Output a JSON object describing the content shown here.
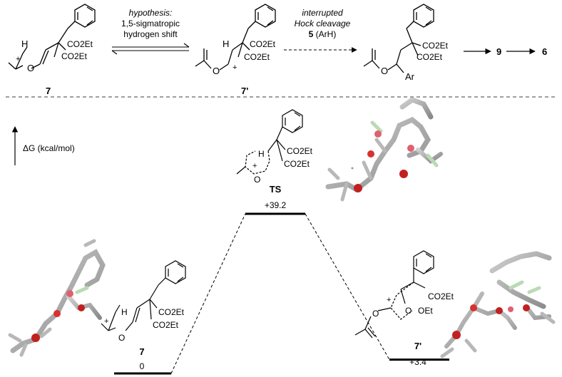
{
  "top_scheme": {
    "step1": {
      "line1": "hypothesis:",
      "line2": "1,5-sigmatropic",
      "line3": "hydrogen shift"
    },
    "step2": {
      "line1": "interrupted",
      "line2": "Hock cleavage",
      "line3_bold": "5",
      "line3_rest": " (ArH)"
    },
    "compound_labels": {
      "start": "7",
      "intermediate": "7'"
    },
    "next_products": {
      "first": "9",
      "second": "6"
    },
    "group_labels": {
      "ester": "CO2Et",
      "aryl": "Ar",
      "hydrogen": "H",
      "oxygen": "O",
      "plus": "+"
    }
  },
  "energy_diagram": {
    "y_axis_label": "ΔG (kcal/mol)",
    "states": [
      {
        "label": "7",
        "energy": "0"
      },
      {
        "label": "TS",
        "energy": "+39.2"
      },
      {
        "label": "7'",
        "energy": "+3.4"
      }
    ],
    "state_values": [
      0,
      39.2,
      3.4
    ],
    "ts_groups": {
      "ester1": "CO2Et",
      "ester2": "CO2Et",
      "hydrogen": "H",
      "oxygen": "O",
      "plus": "+"
    },
    "product_groups": {
      "ester": "CO2Et",
      "oet": "OEt",
      "oxygen": "O",
      "plus": "+"
    }
  }
}
